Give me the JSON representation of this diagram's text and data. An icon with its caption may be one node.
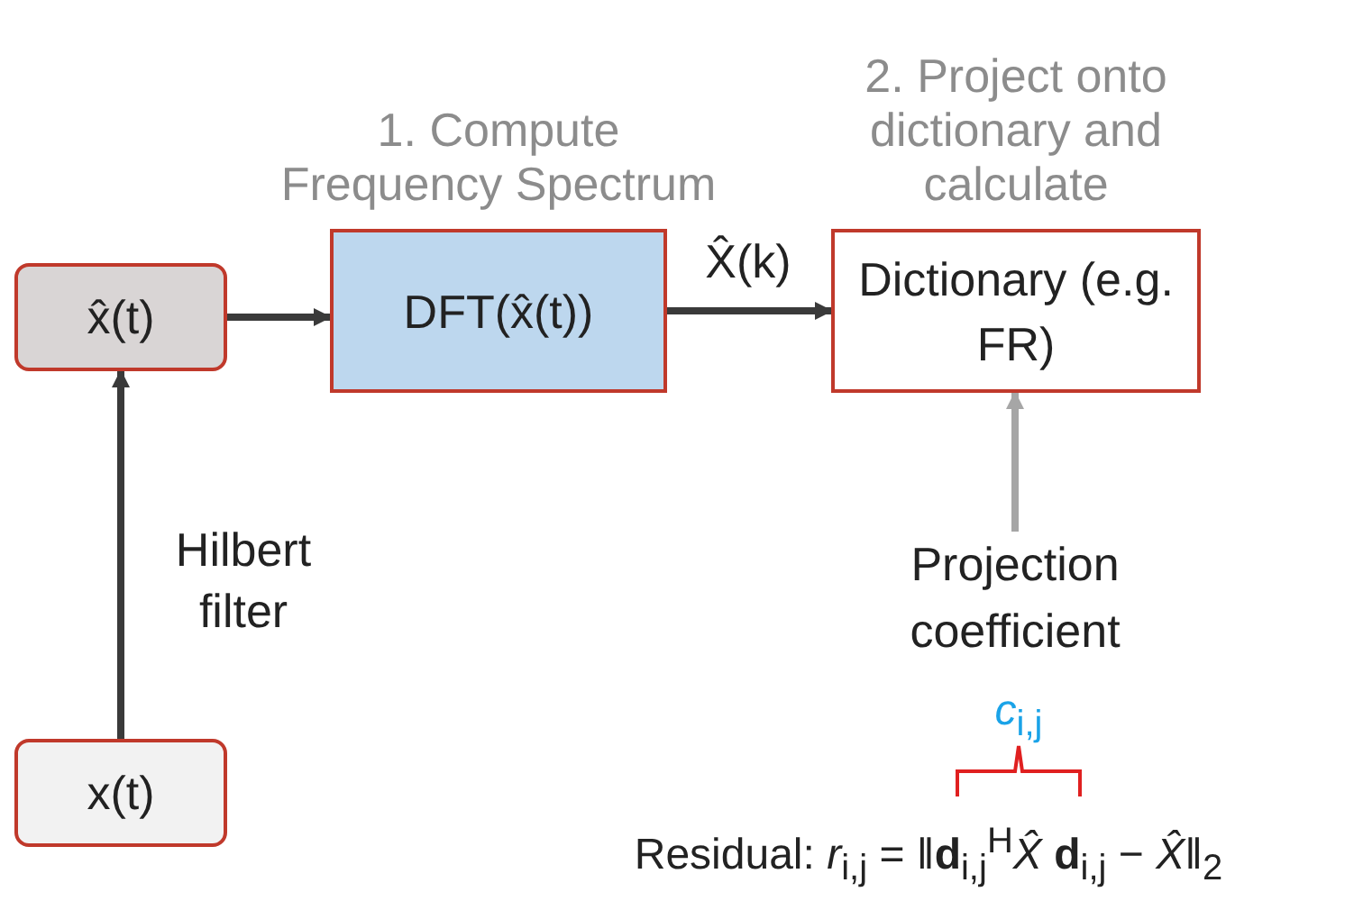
{
  "diagram": {
    "nodes": [
      {
        "text": [
          "x̂(t)"
        ]
      },
      {
        "text": [
          "1. Compute Frequency Spectrum",
          "DFT(x̂(t))"
        ]
      },
      {
        "text": [
          "2. Project onto dictionary and calculate",
          "Dictionary (e.g. FR)"
        ]
      },
      {
        "text": [
          "x(t)"
        ]
      },
      {
        "text": [
          "Projection coefficient"
        ]
      }
    ],
    "edges": [
      {
        "from": 3,
        "to": 0,
        "arrow": "to",
        "label": "Hilbert filter"
      },
      {
        "from": 0,
        "to": 1,
        "arrow": "to"
      },
      {
        "from": 1,
        "to": 2,
        "arrow": "to",
        "label": "X̂(k)"
      },
      {
        "from": 4,
        "to": 2,
        "arrow": "to",
        "color": "#a6a6a6"
      }
    ],
    "labels": [
      "*c*$_{i,j}$",
      "Residual: *r*$_{i,j}$ = ‖**d**$_{i,j}$$^{H}$*X̂* **d**$_{i,j}$ − *X̂*‖$_{2}$"
    ]
  }
}
